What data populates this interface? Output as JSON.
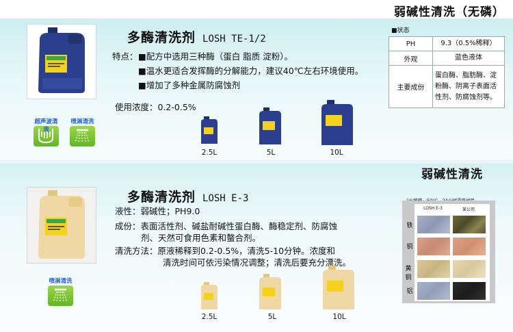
{
  "section1": {
    "heading": "弱碱性清洗（无磷）",
    "product_name": "多酶清洗剂",
    "product_code": "LOSH TE-1/2",
    "features_label": "特点：",
    "features": [
      "■配方中选用三种酶（蛋白 脂质 淀粉）。",
      "■温水更适合发挥酶的分解能力，建议40℃左右环境使用。",
      "■增加了多种金属防腐蚀剂"
    ],
    "concentration": "使用浓度：0.2-0.5%",
    "badges": [
      "超声波清洗",
      "喷淋清洗"
    ],
    "sizes": [
      "2.5L",
      "5L",
      "10L"
    ],
    "spec": {
      "caption": "■状态",
      "rows": [
        {
          "key": "PH",
          "value": "9.3（0.5%稀释）"
        },
        {
          "key": "外观",
          "value": "蓝色液体"
        },
        {
          "key": "主要成份",
          "value": "蛋白酶、脂肪酶、淀粉酶、阴离子表面活性剂、防腐蚀剂等。"
        }
      ]
    },
    "colors": {
      "liquid": "#2b3f8e",
      "label": "#f4d21c"
    }
  },
  "section2": {
    "heading": "弱碱性清洗",
    "product_name": "多酶清洗剂",
    "product_code": "LOSH E-3",
    "lines": [
      "液性：弱碱性；PH9.0",
      "成份：表面活性剂、碱盐耐碱性蛋白酶、酶稳定剂、防腐蚀",
      "剂、天然可食用色素和螯合剂。",
      "清洗方法：原液稀释到0.2-0.5%，清洗5-10分钟。浓度和",
      "清洗时间可依污染情况调整；清洗后要充分漂洗。"
    ],
    "badge": "喷淋清洗",
    "sizes": [
      "2.5L",
      "5L",
      "10L"
    ],
    "test": {
      "title": "1%稀释、50°C、24小时浸泡试验",
      "columns": [
        "LOSH E-3",
        "某公司"
      ],
      "rows": [
        "铁",
        "铜",
        "黄铜",
        "铝"
      ]
    },
    "colors": {
      "liquid": "#efd8a3",
      "label": "#f4d21c"
    }
  }
}
